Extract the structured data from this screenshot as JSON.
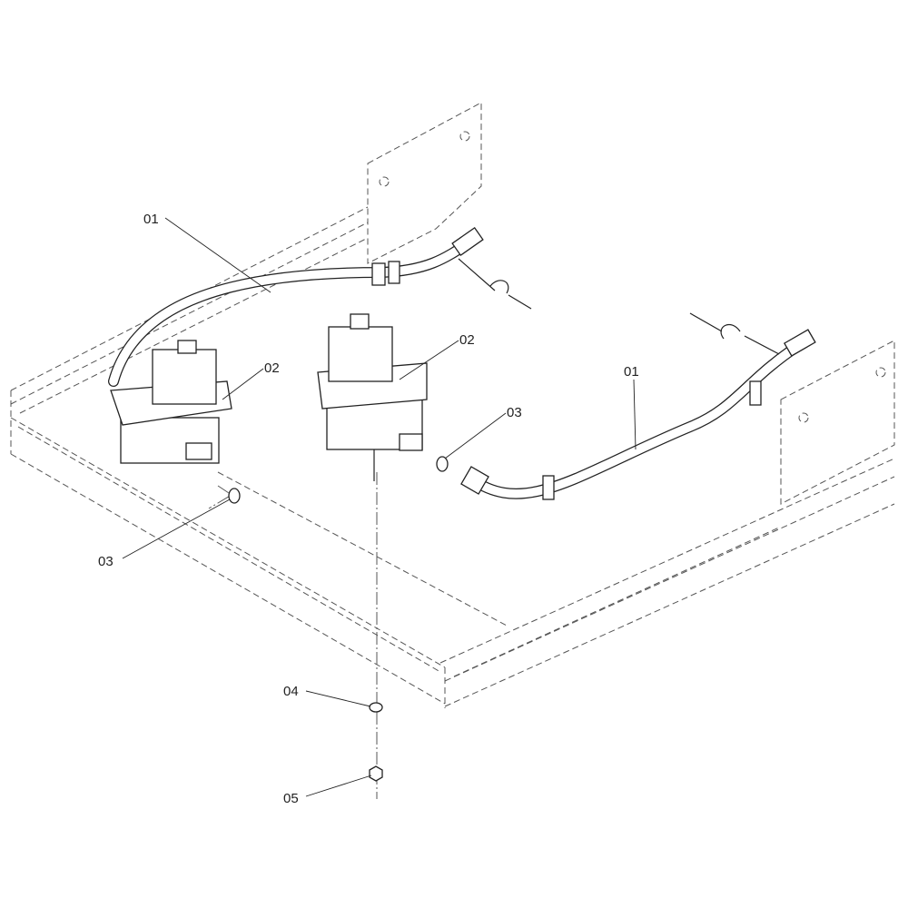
{
  "callouts": [
    {
      "id": "hose-left",
      "label": "01"
    },
    {
      "id": "valve-left",
      "label": "02"
    },
    {
      "id": "oring-left",
      "label": "03"
    },
    {
      "id": "valve-right",
      "label": "02"
    },
    {
      "id": "oring-right",
      "label": "03"
    },
    {
      "id": "hose-right",
      "label": "01"
    },
    {
      "id": "washer",
      "label": "04"
    },
    {
      "id": "nut",
      "label": "05"
    }
  ]
}
